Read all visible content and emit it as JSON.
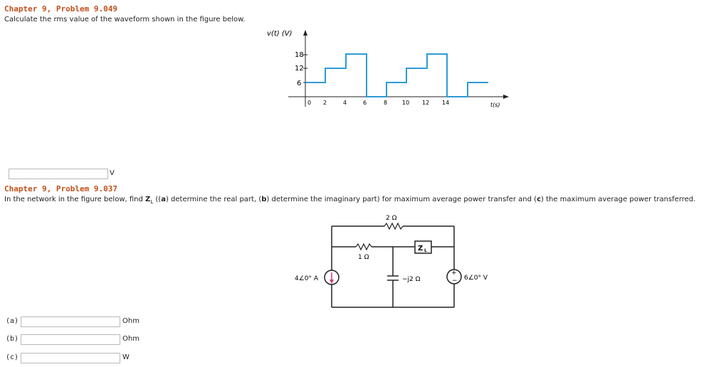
{
  "problem1": {
    "title": "Chapter 9, Problem 9.049",
    "text": "Calculate the rms value of the waveform shown in the figure below.",
    "answer_value": "",
    "unit": "V",
    "figure": {
      "y_axis_label": "v(t) (V)",
      "x_axis_label": "t(s)",
      "y_ticks": [
        "18",
        "12",
        "6"
      ],
      "x_ticks": [
        "0",
        "2",
        "4",
        "6",
        "8",
        "10",
        "12",
        "14"
      ],
      "waveform_color": "#2e9bd6"
    }
  },
  "problem2": {
    "title": "Chapter 9, Problem 9.037",
    "text_parts": {
      "intro": "In the network in the figure below, find ",
      "zl": "Z",
      "zl_sub": "L",
      "open": " ((",
      "a_label": "a",
      "a_text": ") determine the real part, (",
      "b_label": "b",
      "b_text": ") determine the imaginary part) for maximum average power transfer and (",
      "c_label": "c",
      "c_text": ") the maximum average power transferred."
    },
    "circuit": {
      "r_top": "2 Ω",
      "r_mid": "1 Ω",
      "load": "Z",
      "load_sub": "L",
      "cap": "−j2 Ω",
      "current_source": "4∠0° A",
      "voltage_source": "6∠0° V",
      "current_arrow_color": "#d6387a"
    },
    "answers": [
      {
        "label": "(a)",
        "value": "",
        "unit": "Ohm"
      },
      {
        "label": "(b)",
        "value": "",
        "unit": "Ohm"
      },
      {
        "label": "(c)",
        "value": "",
        "unit": "W"
      }
    ]
  }
}
